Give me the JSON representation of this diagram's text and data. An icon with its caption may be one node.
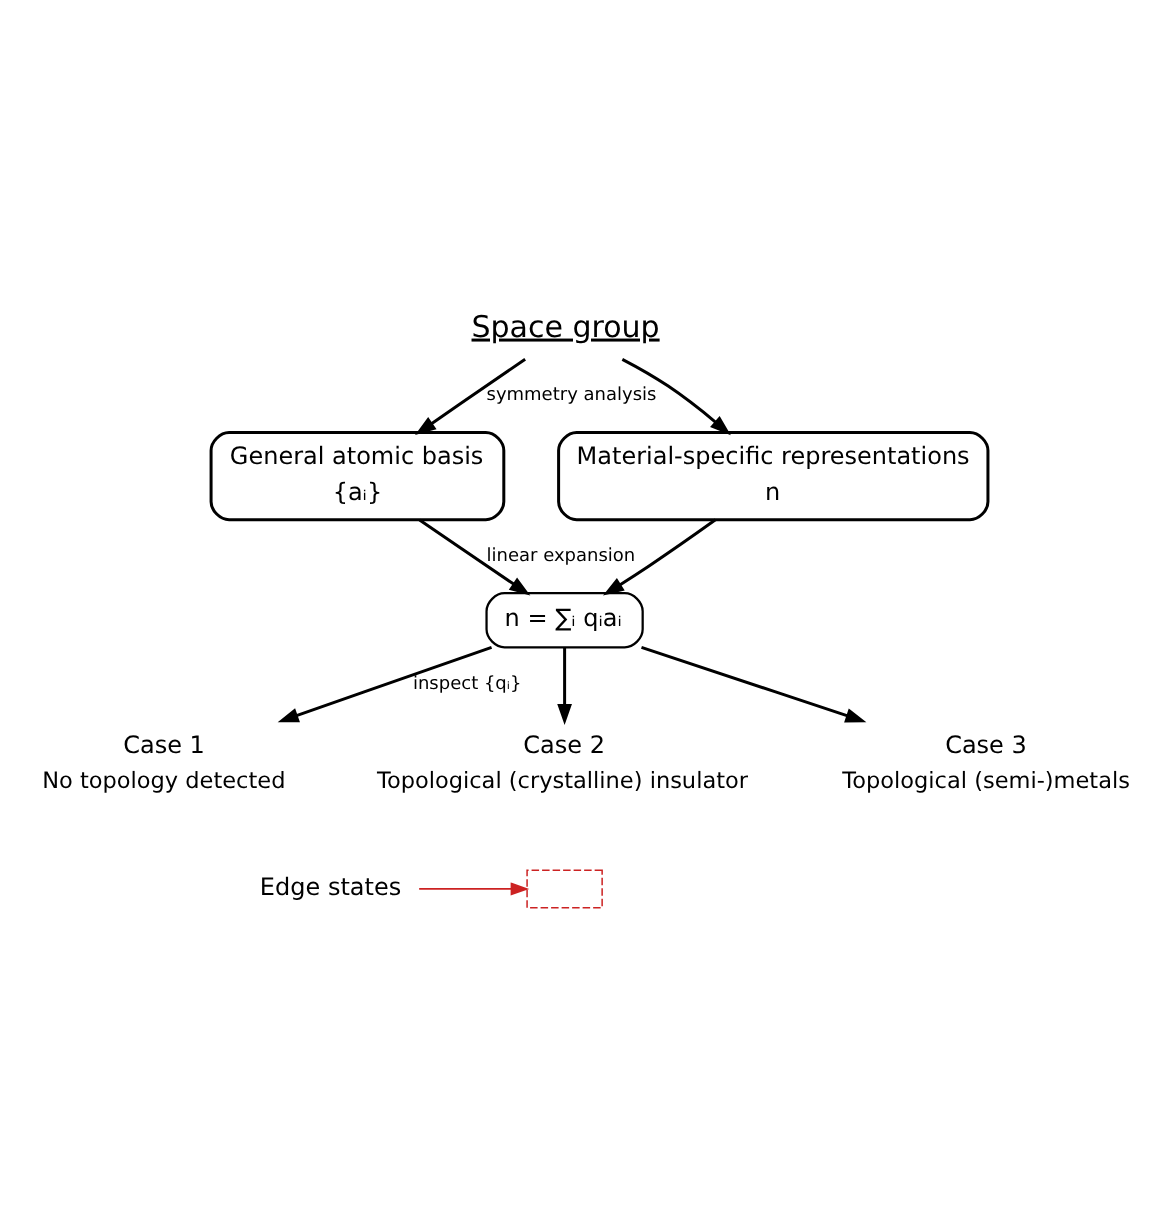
{
  "diagram": {
    "nodes": [
      {
        "text": [
          "Space group"
        ]
      },
      {
        "text": [
          "General atomic basis",
          "{aᵢ}"
        ]
      },
      {
        "text": [
          "Material-specific representations",
          "n"
        ]
      },
      {
        "text": [
          "n = ∑ᵢ qᵢaᵢ"
        ]
      },
      {
        "text": [
          "Case 1"
        ],
        "beside": [
          "No topology detected"
        ]
      },
      {
        "text": [
          "Case 2"
        ],
        "beside": [
          "Topological (crystalline) insulator"
        ]
      },
      {
        "text": [
          "Case 3"
        ],
        "beside": [
          "Topological (semi-)metals"
        ]
      },
      {
        "text": [
          "Edge states"
        ]
      },
      {
        "text": [],
        "shape": "box"
      }
    ],
    "edges": [
      {
        "from": 0,
        "to": 1,
        "arrow": "to",
        "label": "symmetry analysis"
      },
      {
        "from": 0,
        "to": 2,
        "arrow": "to"
      },
      {
        "from": 1,
        "to": 3,
        "arrow": "to",
        "label": "linear expansion"
      },
      {
        "from": 2,
        "to": 3,
        "arrow": "to"
      },
      {
        "from": 3,
        "to": 4,
        "arrow": "to",
        "label": "inspect {qᵢ}"
      },
      {
        "from": 3,
        "to": 5,
        "arrow": "to"
      },
      {
        "from": 3,
        "to": 6,
        "arrow": "to"
      },
      {
        "from": 7,
        "to": 8,
        "arrow": "to",
        "color": "#cc2222"
      }
    ]
  }
}
